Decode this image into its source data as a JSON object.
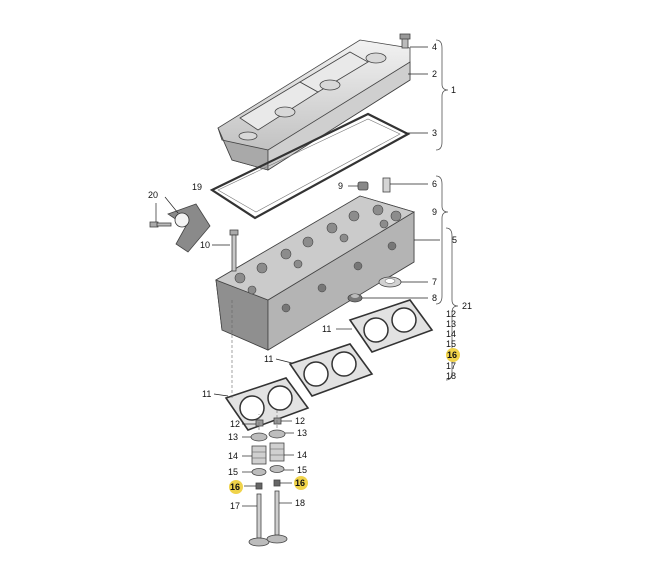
{
  "diagram": {
    "highlight_color": "#f0d34a",
    "parts": {
      "p1": "1",
      "p2": "2",
      "p3": "3",
      "p4": "4",
      "p5": "5",
      "p6": "6",
      "p7": "7",
      "p8": "8",
      "p9": "9",
      "p10": "10",
      "p11": "11",
      "p12": "12",
      "p13": "13",
      "p14": "14",
      "p15": "15",
      "p16": "16",
      "p17": "17",
      "p18": "18",
      "p19": "19",
      "p20": "20",
      "p21": "21"
    }
  }
}
